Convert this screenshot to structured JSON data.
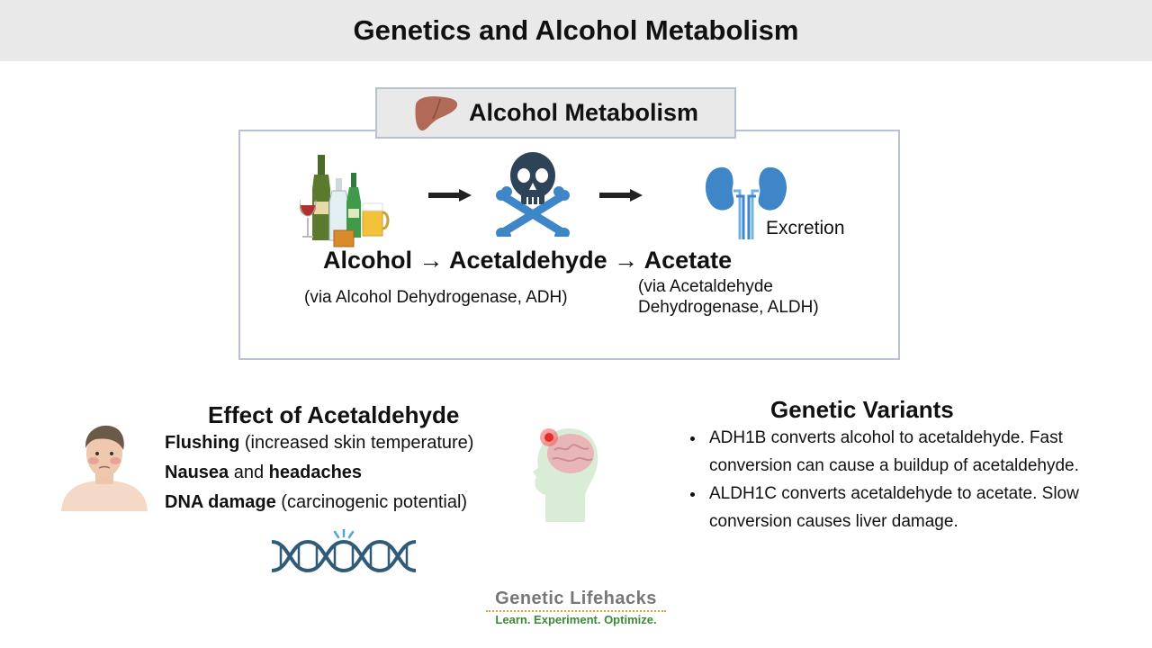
{
  "title": "Genetics and Alcohol Metabolism",
  "metabolism": {
    "header": "Alcohol Metabolism",
    "excretion_label": "Excretion",
    "steps": {
      "alcohol": "Alcohol",
      "arrow1": "→",
      "acetaldehyde": "Acetaldehyde",
      "arrow2": "→",
      "acetate": "Acetate"
    },
    "adh_note": "(via Alcohol Dehydrogenase, ADH)",
    "aldh_note_line1": "(via Acetaldehyde",
    "aldh_note_line2": "Dehydrogenase, ALDH)"
  },
  "effects": {
    "title": "Effect of Acetaldehyde",
    "items": [
      {
        "bold": "Flushing",
        "rest": " (increased skin temperature)"
      },
      {
        "bold": "Nausea",
        "mid": " and ",
        "bold2": "headaches"
      },
      {
        "bold": "DNA damage",
        "rest": " (carcinogenic potential)"
      }
    ]
  },
  "variants": {
    "title": "Genetic Variants",
    "items": [
      "ADH1B converts alcohol to acetaldehyde. Fast conversion can cause a buildup of acetaldehyde.",
      "ALDH1C  converts acetaldehyde to acetate. Slow conversion causes liver damage."
    ]
  },
  "brand": {
    "name": "Genetic Lifehacks",
    "tagline": "Learn. Experiment. Optimize."
  },
  "colors": {
    "title_bg": "#e9e9e9",
    "box_border": "#b9bfd4",
    "icon_blue": "#3f86c8",
    "skull_dark": "#2f4358",
    "liver": "#b06a55",
    "dna": "#2f5a78",
    "brand_green": "#3a8a3a"
  }
}
